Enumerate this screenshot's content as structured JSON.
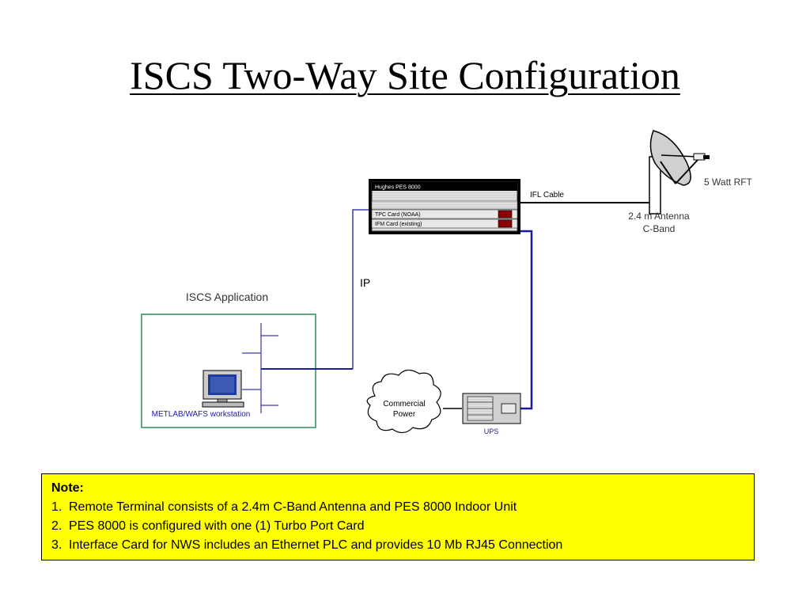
{
  "title": "ISCS Two-Way Site Configuration",
  "diagram": {
    "pes": {
      "header": "Hughes PES 8000",
      "tpc_card": "TPC Card (NOAA)",
      "ifm_card": "IFM Card (existing)"
    },
    "ifl_cable": "IFL Cable",
    "antenna": {
      "label_line1": "2.4 m Antenna",
      "label_line2": "C-Band"
    },
    "rft": "5 Watt RFT",
    "ip": "IP",
    "iscs_application": "ISCS Application",
    "workstation": "METLAB/WAFS workstation",
    "power": {
      "line1": "Commercial",
      "line2": "Power"
    },
    "ups": "UPS"
  },
  "note": {
    "heading": "Note:",
    "items": [
      {
        "num": "1.",
        "text": "Remote Terminal consists of a 2.4m C-Band Antenna and PES 8000 Indoor Unit"
      },
      {
        "num": "2.",
        "text": "PES 8000 is configured with one (1) Turbo Port Card"
      },
      {
        "num": "3.",
        "text": "Interface Card for NWS includes an Ethernet PLC and provides 10 Mb RJ45 Connection"
      }
    ]
  }
}
